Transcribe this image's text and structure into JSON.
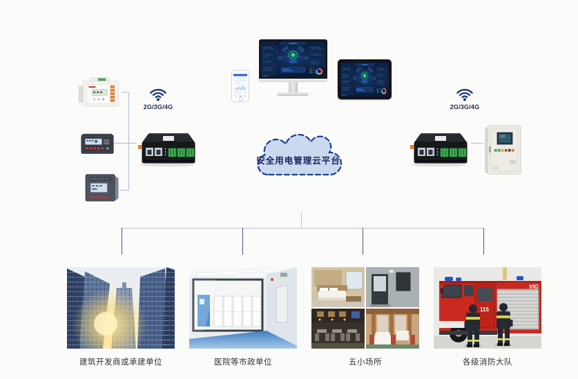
{
  "diagram": {
    "cloud": {
      "label": "安全用电管理云平台"
    },
    "uplink_left": {
      "network_label": "2G/3G/4G"
    },
    "uplink_right": {
      "network_label": "2G/3G/4G"
    },
    "top_devices": {
      "phone": "smartphone-monitoring-app",
      "monitor": "desktop-dashboard",
      "tablet": "tablet-dashboard"
    },
    "left_devices": [
      "din-rail-energy-meter",
      "panel-meter-horizontal",
      "panel-meter-square"
    ],
    "left_gateway": "iot-gateway",
    "right_gateway": "iot-gateway",
    "right_cabinet": "power-control-cabinet",
    "sites": [
      {
        "label": "建筑开发商或承建单位",
        "photo": "office-skyscrapers"
      },
      {
        "label": "医院等市政单位",
        "photo": "hospital-cleanroom-corridor"
      },
      {
        "label": "五小场所",
        "photo": "small-venues-collage"
      },
      {
        "label": "各级消防大队",
        "photo": "fire-brigade-truck",
        "truck_number": "115",
        "truck_marking": "VIG"
      }
    ],
    "colors": {
      "navy": "#1d3a7e",
      "cloud_fill": "#cbd9f0",
      "cloud_border": "#1d3f8f",
      "line_light": "#aabdd6",
      "line_dark": "#3d5a8a"
    }
  }
}
